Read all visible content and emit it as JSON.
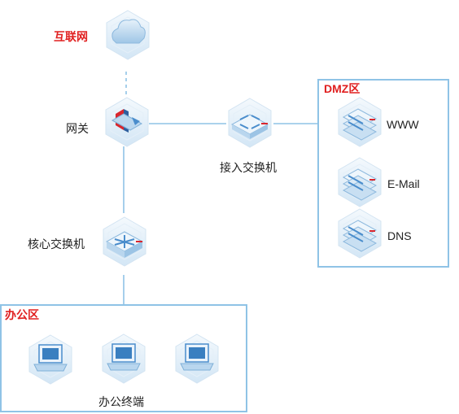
{
  "internet": {
    "label": "互联网"
  },
  "gateway": {
    "label": "网关"
  },
  "access_switch": {
    "label": "接入交换机"
  },
  "core_switch": {
    "label": "核心交换机"
  },
  "dmz": {
    "title": "DMZ区",
    "servers": [
      {
        "label": "WWW"
      },
      {
        "label": "E-Mail"
      },
      {
        "label": "DNS"
      }
    ]
  },
  "office": {
    "title": "办公区",
    "caption": "办公终端"
  },
  "colors": {
    "link": "#8fc3e6",
    "zone_border": "#8fc3e6",
    "zone_title": "#e02020",
    "icon_blue": "#c9e2f5",
    "icon_dark": "#3a7fc0",
    "accent_red": "#d9262e"
  }
}
